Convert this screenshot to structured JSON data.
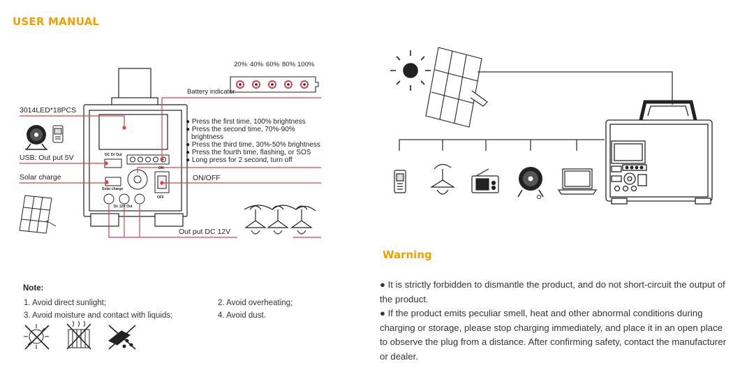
{
  "header": {
    "title": "USER MANUAL"
  },
  "diagram": {
    "led_label": "3014LED*18PCS",
    "usb_label": "USB: Out put 5V",
    "solar_label": "Solar charge",
    "onoff_label": "ON/OFF",
    "dc_label": "Out  put  DC 12V",
    "battery_label": "Battery indicator",
    "battery_levels": [
      "20%",
      "40%",
      "60%",
      "80%",
      "100%"
    ],
    "panel_text": {
      "dc5v": "DC 5V Out",
      "solar": "Solar charge",
      "dc12v": "Dc 12V Out",
      "on": "ON",
      "off": "OFF"
    },
    "brightness_notes": [
      "Press the first time, 100%  brightness",
      "Press the second time, 70%-90%",
      "brightness",
      "Press the third time, 30%-50%  brightness",
      "Press the fourth time, flashing, or SOS",
      "Long press for 2 second, turn off"
    ]
  },
  "note": {
    "title": "Note:",
    "items": [
      "1. Avoid direct sunlight;",
      "2. Avoid overheating;",
      "3. Avoid moisture and contact with liquids;",
      "4. Avoid dust."
    ]
  },
  "warning": {
    "title": "Warning",
    "items": [
      "●  It is strictly forbidden to dismantle the product, and do not short-circuit the output of the product.",
      "●  If the product emits peculiar smell, heat and other abnormal conditions during charging or storage, please stop charging immediately, and place it in an open place to observe the plug from a distance. After confirming safety, contact the manufacturer or dealer."
    ]
  },
  "icons": [
    "sun-icon",
    "solar-panel-icon",
    "phone-icon",
    "bulb-icon",
    "radio-icon",
    "fan-icon",
    "laptop-icon",
    "power-station-icon"
  ],
  "colors": {
    "accent": "#f0a000",
    "lines": "#d94050",
    "ink": "#222222"
  }
}
